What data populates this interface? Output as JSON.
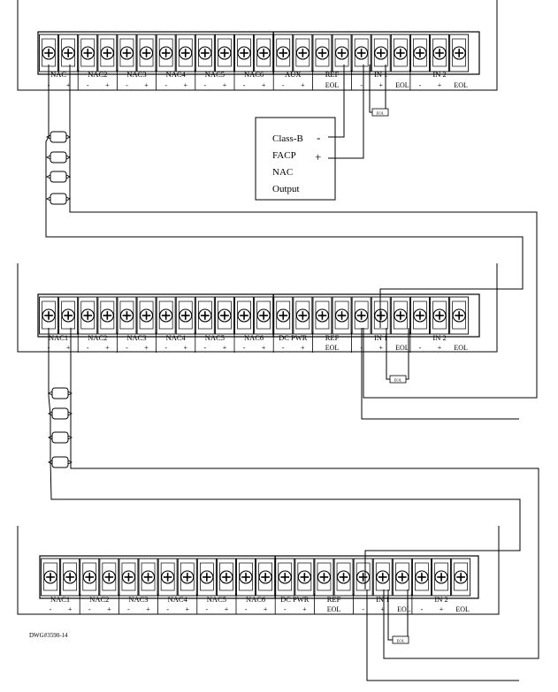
{
  "boards": [
    {
      "groups": [
        {
          "name": "NAC",
          "terms": [
            "-",
            "+"
          ]
        },
        {
          "name": "NAC2",
          "terms": [
            "-",
            "+"
          ]
        },
        {
          "name": "NAC3",
          "terms": [
            "-",
            "+"
          ]
        },
        {
          "name": "NAC4",
          "terms": [
            "-",
            "+"
          ]
        },
        {
          "name": "NAC5",
          "terms": [
            "-",
            "+"
          ]
        },
        {
          "name": "NAC6",
          "terms": [
            "-",
            "+"
          ]
        },
        {
          "name": "AUX",
          "terms": [
            "-",
            "+"
          ]
        },
        {
          "name": "REF",
          "terms": [
            "EOL",
            ""
          ]
        },
        {
          "name": "IN 1",
          "terms": [
            "-",
            "+",
            "EOL"
          ]
        },
        {
          "name": "IN 2",
          "terms": [
            "-",
            "+",
            "EOL"
          ]
        }
      ],
      "eol_label": "EOL"
    },
    {
      "groups": [
        {
          "name": "NAC1",
          "terms": [
            "-",
            "+"
          ]
        },
        {
          "name": "NAC2",
          "terms": [
            "-",
            "+"
          ]
        },
        {
          "name": "NAC3",
          "terms": [
            "-",
            "+"
          ]
        },
        {
          "name": "NAC4",
          "terms": [
            "-",
            "+"
          ]
        },
        {
          "name": "NAC5",
          "terms": [
            "-",
            "+"
          ]
        },
        {
          "name": "NAC6",
          "terms": [
            "-",
            "+"
          ]
        },
        {
          "name": "DC PWR",
          "terms": [
            "-",
            "+"
          ]
        },
        {
          "name": "REF",
          "terms": [
            "EOL",
            ""
          ]
        },
        {
          "name": "IN 1",
          "terms": [
            "-",
            "+",
            "EOL"
          ]
        },
        {
          "name": "IN 2",
          "terms": [
            "-",
            "+",
            "EOL"
          ]
        }
      ],
      "eol_label": "EOL"
    },
    {
      "groups": [
        {
          "name": "NAC1",
          "terms": [
            "-",
            "+"
          ]
        },
        {
          "name": "NAC2",
          "terms": [
            "-",
            "+"
          ]
        },
        {
          "name": "NAC3",
          "terms": [
            "-",
            "+"
          ]
        },
        {
          "name": "NAC4",
          "terms": [
            "-",
            "+"
          ]
        },
        {
          "name": "NAC5",
          "terms": [
            "-",
            "+"
          ]
        },
        {
          "name": "NAC6",
          "terms": [
            "-",
            "+"
          ]
        },
        {
          "name": "DC PWR",
          "terms": [
            "-",
            "+"
          ]
        },
        {
          "name": "REF",
          "terms": [
            "EOL",
            ""
          ]
        },
        {
          "name": "IN 1",
          "terms": [
            "-",
            "+",
            "EOL"
          ]
        },
        {
          "name": "IN 2",
          "terms": [
            "-",
            "+",
            "EOL"
          ]
        }
      ],
      "eol_label": "EOL"
    }
  ],
  "facp": {
    "lines": [
      "Class-B",
      "FACP",
      "NAC",
      "Output"
    ],
    "minus": "-",
    "plus": "+"
  },
  "drawing_number": "DWG#3590-14"
}
